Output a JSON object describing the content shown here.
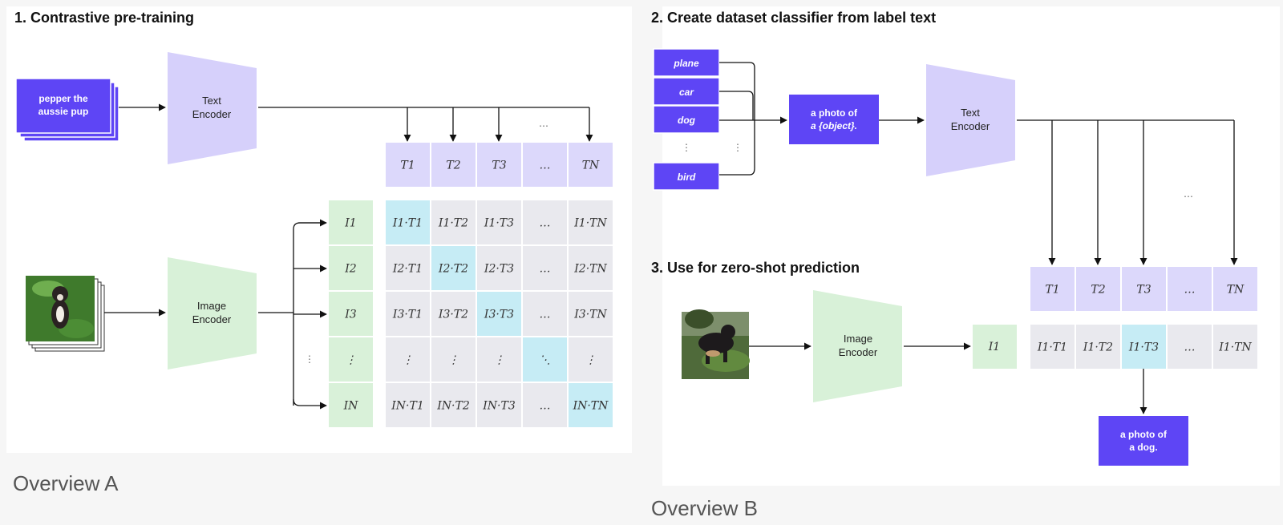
{
  "colors": {
    "purple_box": "#5e45f5",
    "text_encoder": "#d6d0fb",
    "image_encoder": "#d8f1d8",
    "t_cell": "#dcd8fb",
    "i_cell": "#d9f1d9",
    "matrix_cell": "#e9e9ee",
    "highlight_cell": "#c6ecf5"
  },
  "panel_a": {
    "title": "1. Contrastive pre-training",
    "caption": "Overview A",
    "text_input": [
      "pepper the",
      "aussie pup"
    ],
    "image_input_icon": "dog-photo-stack",
    "text_encoder": [
      "Text",
      "Encoder"
    ],
    "image_encoder": [
      "Image",
      "Encoder"
    ],
    "t_labels": [
      "T1",
      "T2",
      "T3",
      "…",
      "TN"
    ],
    "i_labels": [
      "I1",
      "I2",
      "I3",
      "⋮",
      "IN"
    ],
    "row_ellipsis": "⋮",
    "top_ellipsis": "…",
    "matrix": [
      [
        "I1·T1",
        "I1·T2",
        "I1·T3",
        "…",
        "I1·TN"
      ],
      [
        "I2·T1",
        "I2·T2",
        "I2·T3",
        "…",
        "I2·TN"
      ],
      [
        "I3·T1",
        "I3·T2",
        "I3·T3",
        "…",
        "I3·TN"
      ],
      [
        "⋮",
        "⋮",
        "⋮",
        "⋱",
        "⋮"
      ],
      [
        "IN·T1",
        "IN·T2",
        "IN·T3",
        "…",
        "IN·TN"
      ]
    ]
  },
  "panel_b": {
    "title2": "2. Create dataset classifier from label text",
    "title3": "3. Use for zero-shot prediction",
    "caption": "Overview B",
    "labels": [
      "plane",
      "car",
      "dog",
      "⋮",
      "bird"
    ],
    "label_ellipsis": "⋮",
    "template": [
      "a photo of",
      "a {object}."
    ],
    "text_encoder": [
      "Text",
      "Encoder"
    ],
    "image_encoder": [
      "Image",
      "Encoder"
    ],
    "image_input_icon": "dog-photo",
    "top_ellipsis": "…",
    "t_labels": [
      "T1",
      "T2",
      "T3",
      "…",
      "TN"
    ],
    "i_label": "I1",
    "row": [
      "I1·T1",
      "I1·T2",
      "I1·T3",
      "…",
      "I1·TN"
    ],
    "output": [
      "a photo of",
      "a dog."
    ]
  }
}
